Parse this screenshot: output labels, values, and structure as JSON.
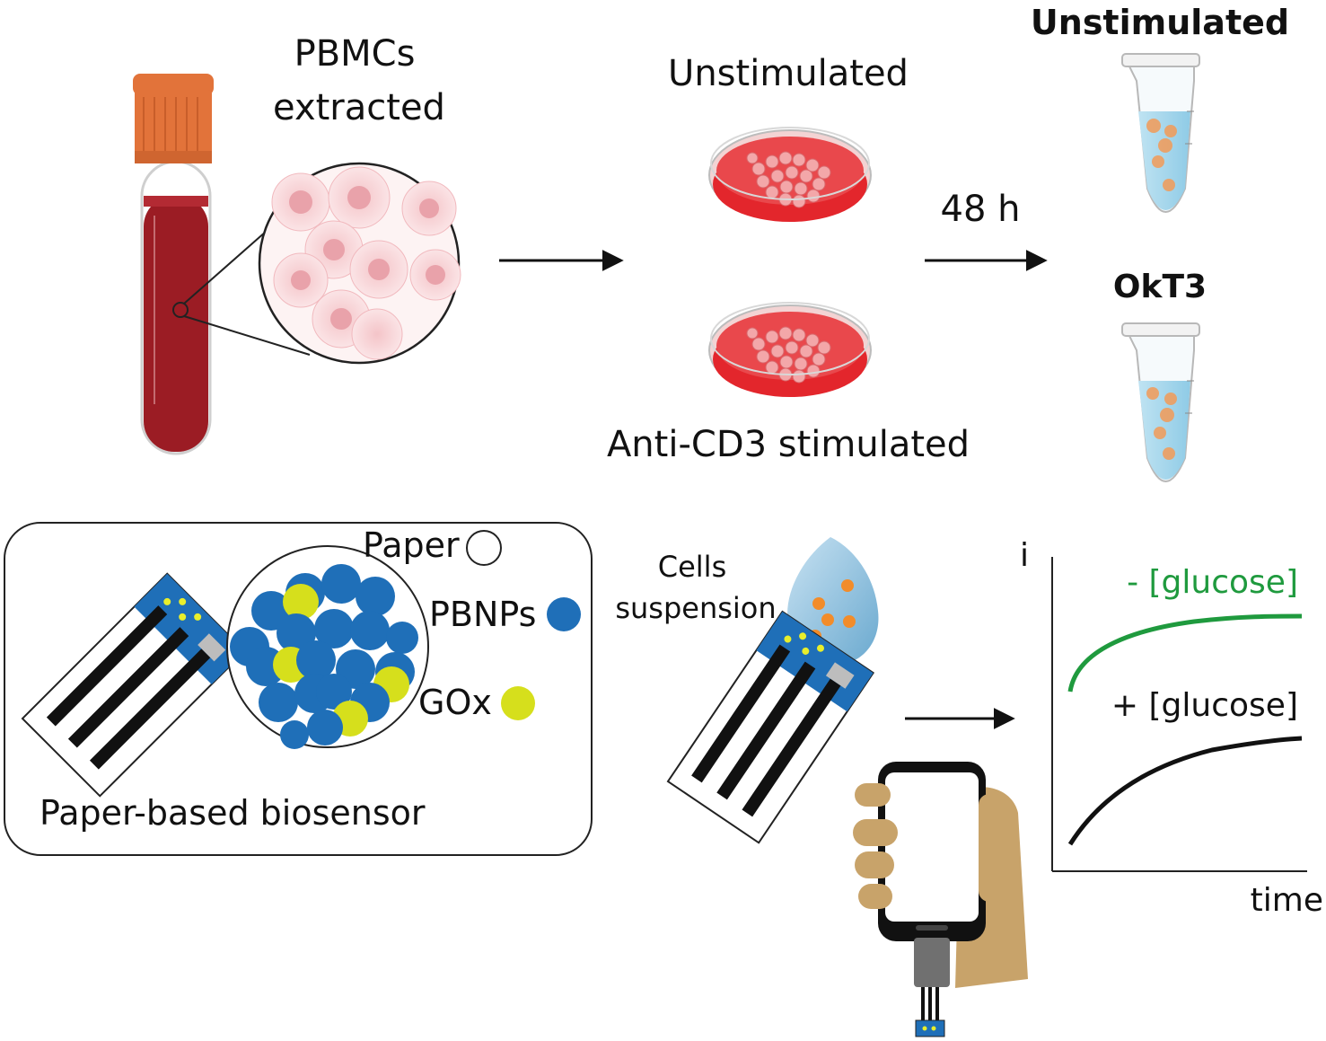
{
  "labels": {
    "pbmcs_line1": "PBMCs",
    "pbmcs_line2": "extracted",
    "dish_top": "Unstimulated",
    "dish_bottom": "Anti-CD3 stimulated",
    "time_48h": "48 h",
    "tube_top": "Unstimulated",
    "tube_bottom": "OkT3",
    "paper": "Paper",
    "pbnps": "PBNPs",
    "gox": "GOx",
    "biosensor": "Paper-based biosensor",
    "cells_line1": "Cells",
    "cells_line2": "suspension"
  },
  "plot": {
    "ylabel": "i",
    "xlabel": "time",
    "series_minus": "- [glucose]",
    "series_plus": "+ [glucose]"
  },
  "colors": {
    "blood": "#9b1c24",
    "cap": "#e2733a",
    "dish_red": "#e3262c",
    "pbnp_blue": "#1f6fb8",
    "gox_yellow": "#d6df1c",
    "curve_green": "#1f9a3e",
    "hand": "#c8a36a"
  }
}
